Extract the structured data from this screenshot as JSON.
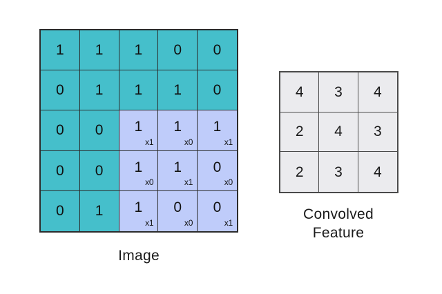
{
  "colors": {
    "background": "#ffffff",
    "image_cell": "#45bfcb",
    "kernel_cell": "#bfccfa",
    "conv_cell": "#ebebee",
    "grid_line": "#2b2b2b",
    "conv_grid_line": "#4a4a4a",
    "text": "#111111"
  },
  "image_matrix": {
    "caption": "Image",
    "rows": 5,
    "cols": 5,
    "values": [
      [
        1,
        1,
        1,
        0,
        0
      ],
      [
        0,
        1,
        1,
        1,
        0
      ],
      [
        0,
        0,
        1,
        1,
        1
      ],
      [
        0,
        0,
        1,
        1,
        0
      ],
      [
        0,
        1,
        1,
        0,
        0
      ]
    ],
    "kernel_region": {
      "row_start": 2,
      "col_start": 2,
      "rows": 3,
      "cols": 3,
      "multipliers": [
        [
          "x1",
          "x0",
          "x1"
        ],
        [
          "x0",
          "x1",
          "x0"
        ],
        [
          "x1",
          "x0",
          "x1"
        ]
      ]
    }
  },
  "conv_matrix": {
    "caption": "Convolved\nFeature",
    "rows": 3,
    "cols": 3,
    "values": [
      [
        4,
        3,
        4
      ],
      [
        2,
        4,
        3
      ],
      [
        2,
        3,
        4
      ]
    ]
  }
}
